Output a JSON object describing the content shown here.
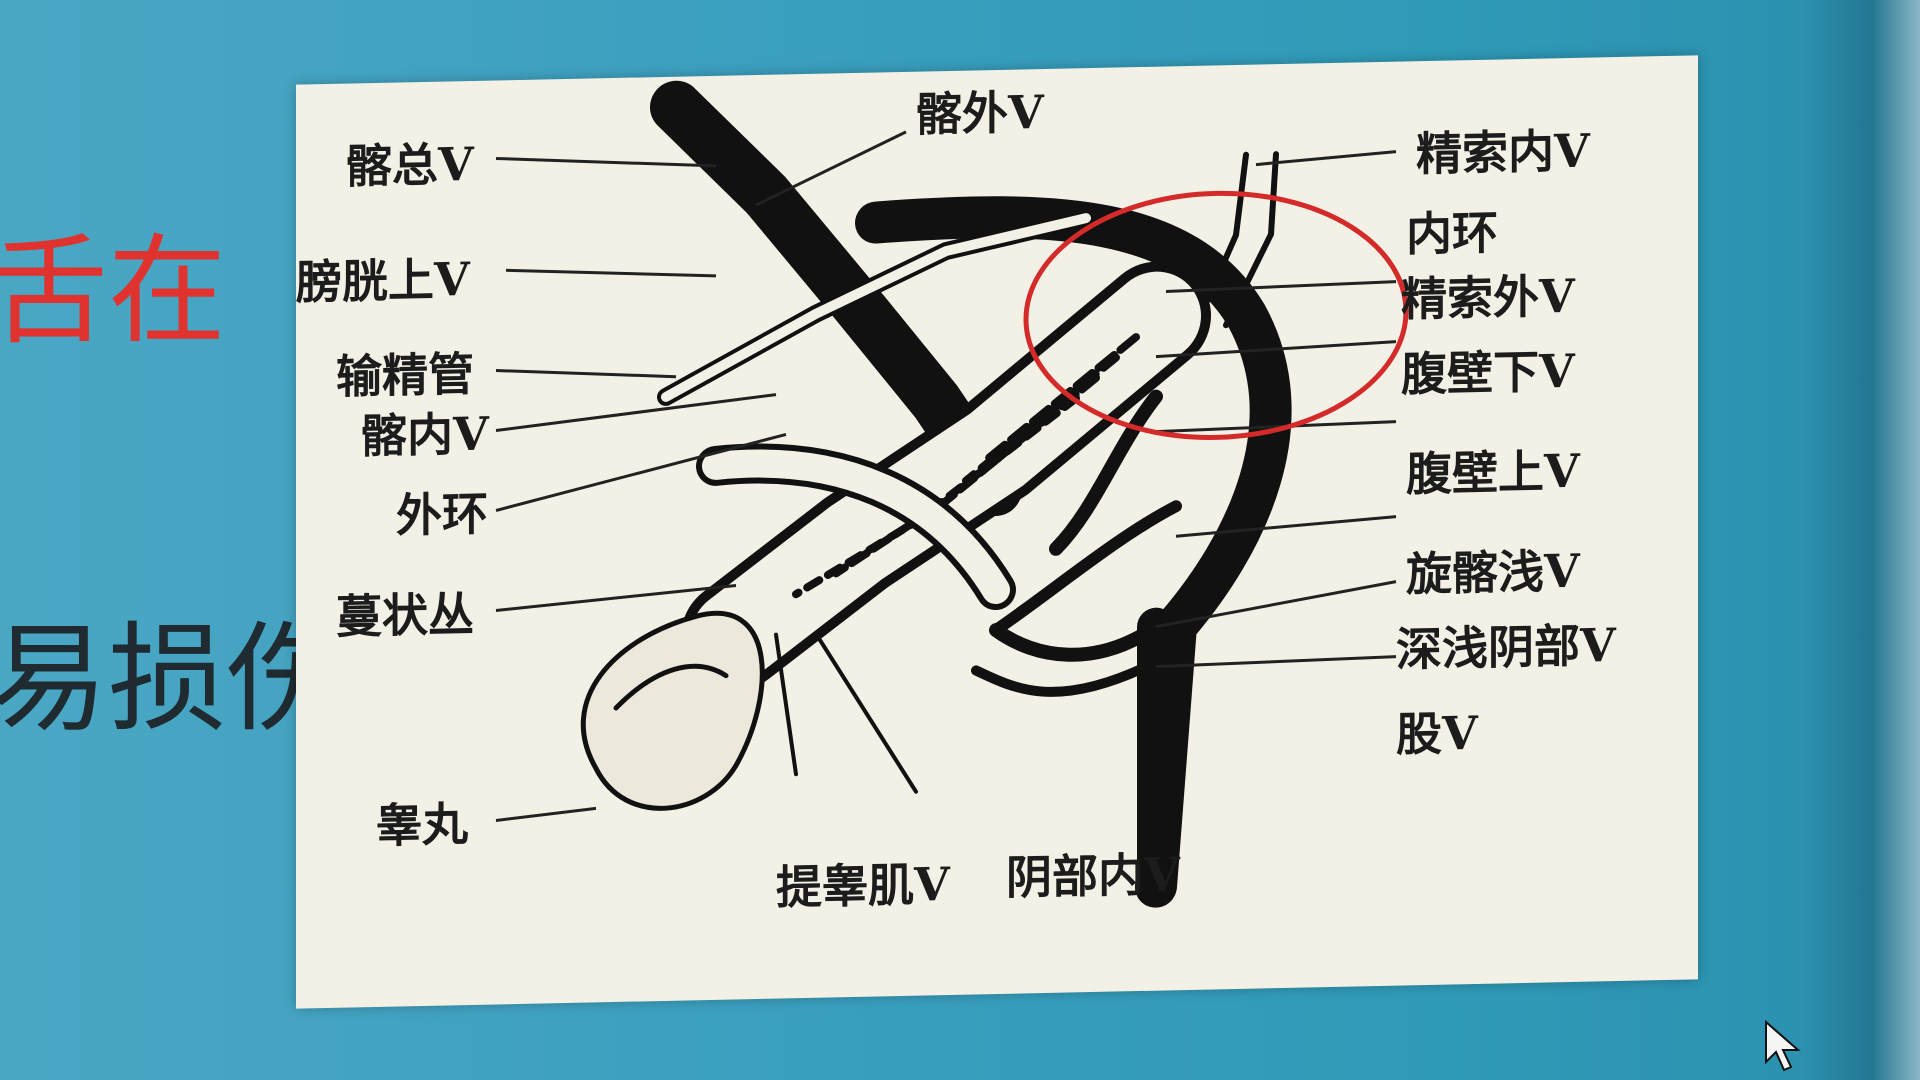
{
  "slide": {
    "text_fragments": [
      "舌在",
      "易损伤"
    ],
    "text_color_accent": "#e0322e",
    "background_color": "#3b9fbf"
  },
  "figure": {
    "labels_left": [
      "髂总V",
      "膀胱上V",
      "输精管",
      "髂内V",
      "外环",
      "蔓状丛",
      "睾丸"
    ],
    "labels_top": [
      "髂外V"
    ],
    "labels_right": [
      "精索内V",
      "内环",
      "精索外V",
      "腹壁下V",
      "腹壁上V",
      "旋髂浅V",
      "深浅阴部V",
      "股V"
    ],
    "labels_bottom": [
      "提睾肌V",
      "阴部内V"
    ],
    "highlight_circle_color": "#d42a2a",
    "highlight_circle_label": "inner ring region highlighted"
  },
  "icons": {
    "cursor": "mouse-pointer-icon"
  }
}
